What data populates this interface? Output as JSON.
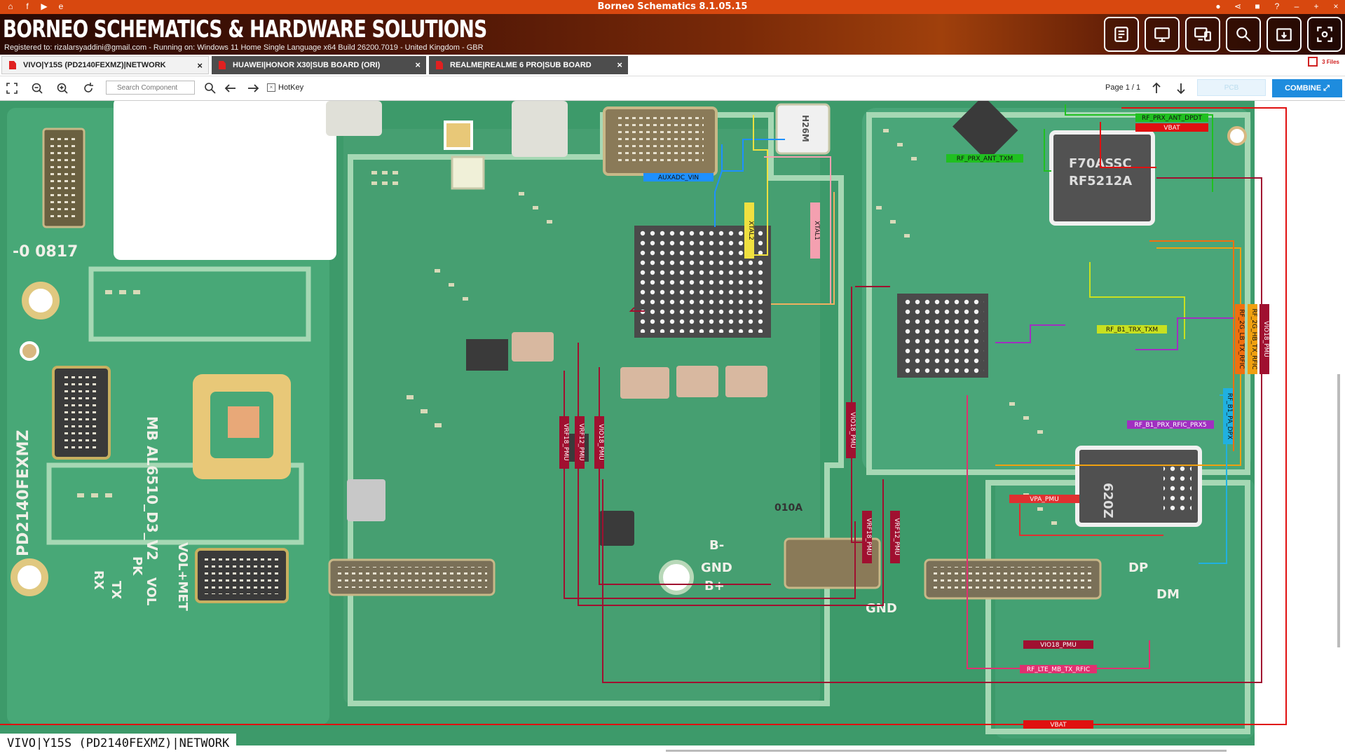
{
  "app": {
    "title": "Borneo Schematics 8.1.05.15",
    "brand": "BORNEO SCHEMATICS & HARDWARE SOLUTIONS",
    "registration": "Registered to: rizalarsyaddini@gmail.com - Running on: Windows 11 Home Single Language x64 Build 26200.7019 - United Kingdom - GBR"
  },
  "tabs": [
    {
      "label": "VIVO|Y15S (PD2140FEXMZ)|NETWORK",
      "active": true
    },
    {
      "label": "HUAWEI|HONOR X30|SUB BOARD (ORI)",
      "active": false
    },
    {
      "label": "REALME|REALME 6 PRO|SUB BOARD",
      "active": false
    }
  ],
  "toolbar": {
    "search_placeholder": "Search Component",
    "hotkey_label": "HotKey",
    "page_label": "Page 1 / 1",
    "pcb_label": "PCB",
    "combine_label": "COMBINE"
  },
  "board": {
    "caption": "VIVO|Y15S (PD2140FEXMZ)|NETWORK",
    "silkscreen": {
      "s1": "-0 0817",
      "s2": "PD2140FEXMZ",
      "s3": "MB AL6510_D3_V2",
      "s4": "GND",
      "s5": "GND",
      "s6": "RX",
      "s7": "TX",
      "s8": "PK",
      "s9": "VOL",
      "s10": "VOL+MET",
      "s11": "DP",
      "s12": "DM",
      "s13": "B-",
      "s14": "B+",
      "s15": "H26M",
      "s16": "F70ASSC",
      "s17": "RF5212A",
      "s18": "620Z",
      "s19": "010A"
    },
    "nets": [
      {
        "name": "AUXADC_VIN",
        "color": "#1e90ff"
      },
      {
        "name": "XTAL2",
        "color": "#f0e040"
      },
      {
        "name": "XTAL1",
        "color": "#f4a0b0"
      },
      {
        "name": "RF_PRX_ANT_DPDT",
        "color": "#20c020"
      },
      {
        "name": "VBAT",
        "color": "#e01010"
      },
      {
        "name": "RF_PRX_ANT_TXM",
        "color": "#20c020"
      },
      {
        "name": "RF_B1_TRX_TXM",
        "color": "#c8e020"
      },
      {
        "name": "RF_2G_LB_TX_RFIC",
        "color": "#f07010"
      },
      {
        "name": "RF_2G_HB_TX_RFIC",
        "color": "#f0a010"
      },
      {
        "name": "VIO18_PMU",
        "color": "#a01030"
      },
      {
        "name": "RF_B1_PRX_RFIC_PRX5",
        "color": "#a030c0"
      },
      {
        "name": "RF_B1_PA_DPX",
        "color": "#20b0e0"
      },
      {
        "name": "VRF18_PMU",
        "color": "#a01030"
      },
      {
        "name": "VRF12_PMU",
        "color": "#a01030"
      },
      {
        "name": "VPA_PMU",
        "color": "#e03030"
      },
      {
        "name": "RF_LTE_MB_TX_RFIC",
        "color": "#e03070"
      }
    ]
  }
}
